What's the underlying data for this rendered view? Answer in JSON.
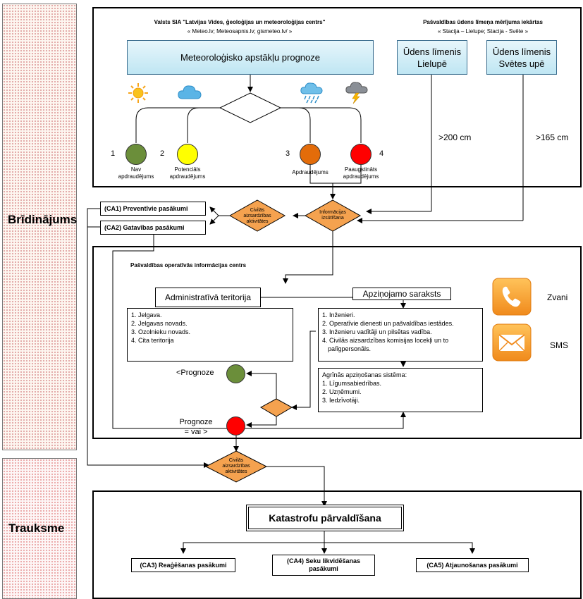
{
  "side": {
    "warning_label": "Brīdinājums",
    "alarm_label": "Trauksme"
  },
  "top": {
    "provider_title": "Valsts SIA \"Latvijas Vides, ģeoloģijas un meteoroloģijas centrs\"",
    "provider_sources": "« Meteo.lv; Meteosapnis.lv; gismeteo.lv/ »",
    "forecast_box": "Meteoroloģisko apstākļu prognoze",
    "municipal_title": "Pašvaldības ūdens līmeņa mērījuma iekārtas",
    "municipal_stations": "« Stacija – Lielupe; Stacija - Svēte »",
    "water_lielupe_1": "Ūdens līmenis",
    "water_lielupe_2": "Lielupē",
    "water_svete_1": "Ūdens līmenis",
    "water_svete_2": "Svētes upē",
    "threshold_lielupe": ">200 cm",
    "threshold_svete": ">165 cm",
    "levels": [
      {
        "num": "1",
        "label_1": "Nav",
        "label_2": "apdraudējums",
        "color": "#6b8e3a"
      },
      {
        "num": "2",
        "label_1": "Potenciāls",
        "label_2": "apdraudējums",
        "color": "#ffff00"
      },
      {
        "num": "3",
        "label_1": "Apdraudējums",
        "label_2": "",
        "color": "#e36c0a"
      },
      {
        "num": "4",
        "label_1": "Paaugstināts",
        "label_2": "apdraudējums",
        "color": "#ff0000"
      }
    ],
    "weather_icons": [
      "sun-icon",
      "cloud-icon",
      "rain-cloud-icon",
      "storm-cloud-icon"
    ]
  },
  "middle": {
    "ca1": "(CA1) Preventīvie pasākumi",
    "ca2": "(CA2) Gatavības pasākumi",
    "civil_diamond_1": "Civilās",
    "civil_diamond_2": "aizsardzības",
    "civil_diamond_3": "aktivitātes",
    "info_diamond_1": "Informācijas",
    "info_diamond_2": "izsūtīšana"
  },
  "ops": {
    "center_title": "Pašvaldības operatīvās informācijas centrs",
    "admin_title": "Administratīvā teritorija",
    "admin_items": [
      "1. Jelgava.",
      "2. Jelgavas novads.",
      "3. Ozolnieku novads.",
      "4. Cita teritorija"
    ],
    "notify_title": "Apziņojamo saraksts",
    "notify_items": [
      "1. Inženieri.",
      "2. Operatīvie dienesti un pašvaldības iestādes.",
      "3. Inženieru vadītāji un pilsētas vadība.",
      "4. Civilās aizsardzības komisijas locekļi un to",
      "palīgpersonāls."
    ],
    "early_title": "Agrīnās apziņošanas sistēma:",
    "early_items": [
      "1. Līgumsabiedrības.",
      "2. Uzņēmumi.",
      "3. Iedzīvotāji."
    ],
    "forecast_less": "<Prognoze",
    "forecast_eq_1": "Prognoze",
    "forecast_eq_2": "= vai >",
    "call_label": "Zvani",
    "sms_label": "SMS",
    "accent_orange": "#f79a2a"
  },
  "bottom": {
    "civil_diamond_1": "Civilās",
    "civil_diamond_2": "aizsardzības",
    "civil_diamond_3": "aktivitātes",
    "disaster_title": "Katastrofu pārvaldīšana",
    "ca3": "(CA3) Reaģēšanas pasākumi",
    "ca4_1": "(CA4) Seku likvidēšanas",
    "ca4_2": "pasākumi",
    "ca5": "(CA5) Atjaunošanas pasākumi"
  }
}
